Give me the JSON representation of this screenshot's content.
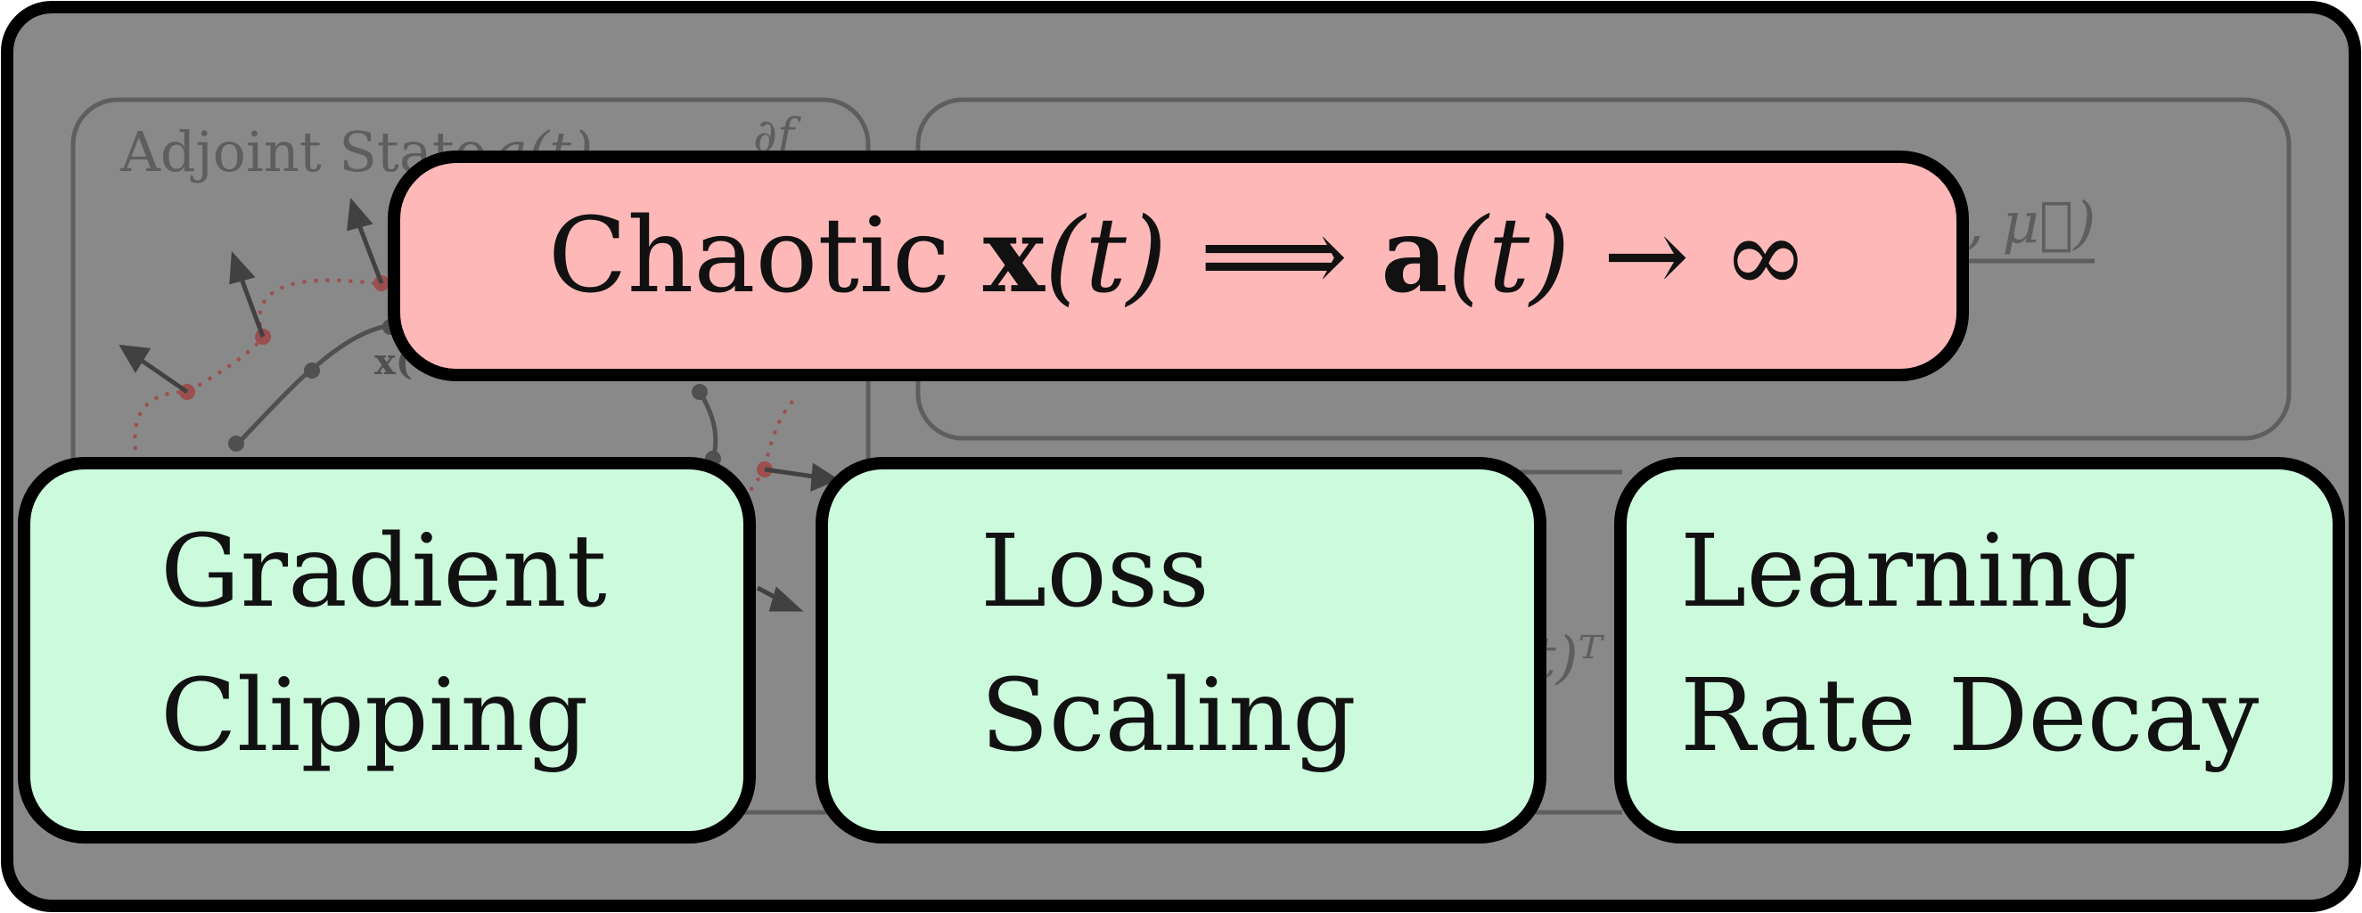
{
  "background_panel": {
    "adjoint_label": "Adjoint State",
    "adjoint_symbol": "a(t)",
    "partial_symbol": "∂f",
    "trajectory_label": "x(",
    "right_top_fragment": "t, μ⃗)",
    "right_bottom_fragment": "t)ᵀ"
  },
  "banner": {
    "word": "Chaotic ",
    "x": "x",
    "t1": "(t)",
    "implies": " ⟹ ",
    "a": "a",
    "t2": "(t)",
    "arrow_inf": " → ∞"
  },
  "boxes": [
    {
      "line1": "Gradient",
      "line2": "Clipping"
    },
    {
      "line1": "Loss",
      "line2": "Scaling"
    },
    {
      "line1": "Learning",
      "line2": "Rate Decay"
    }
  ],
  "colors": {
    "outer_fill": "#898989",
    "banner_fill": "#ffb8b8",
    "box_fill": "#ccfadc",
    "stroke": "#000000",
    "faint_stroke": "#555555",
    "red_dot": "#a04848"
  }
}
